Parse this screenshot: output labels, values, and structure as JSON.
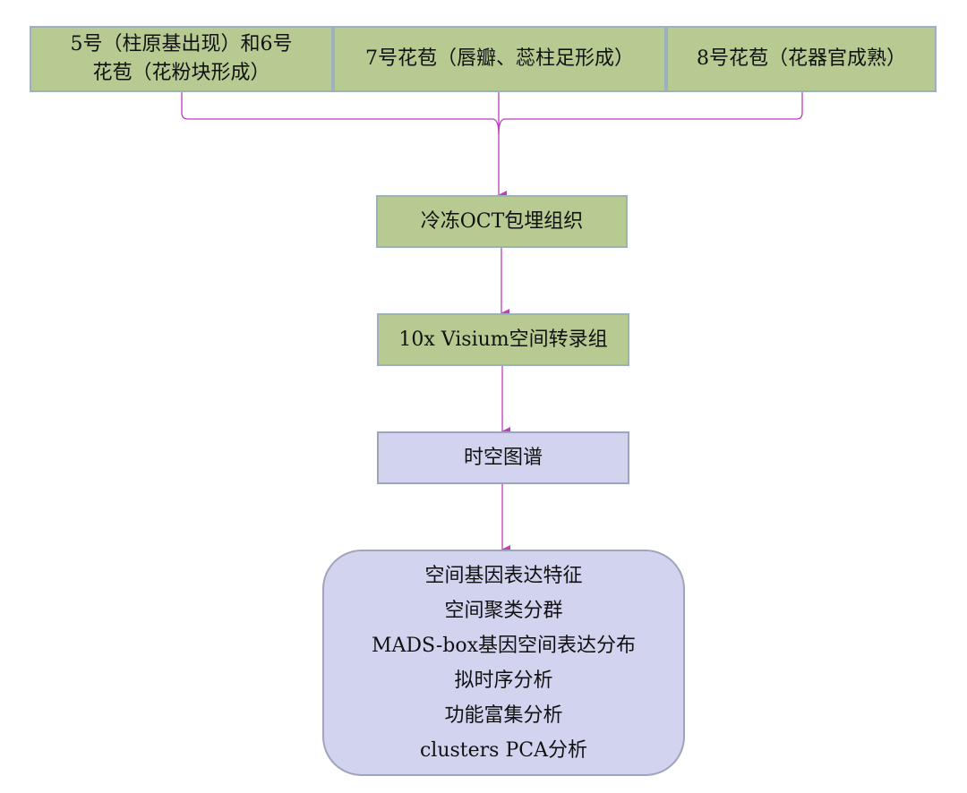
{
  "top_boxes": [
    {
      "line1": "5号（柱原基出现）和6号",
      "line2": "花苞（花粉块形成）"
    },
    {
      "label": "7号花苞（唇瓣、蕊柱足形成）"
    },
    {
      "label": "8号花苞（花器官成熟）"
    }
  ],
  "steps": {
    "embedding": "冷冻OCT包埋组织",
    "sequencing": "10x Visium空间转录组",
    "atlas": "时空图谱"
  },
  "analyses": [
    "空间基因表达特征",
    "空间聚类分群",
    "MADS-box基因空间表达分布",
    "拟时序分析",
    "功能富集分析",
    "clusters PCA分析"
  ],
  "colors": {
    "stage_fill": "#b6ca91",
    "analysis_fill": "#d2d3ef",
    "connector": "#c03cc0"
  }
}
